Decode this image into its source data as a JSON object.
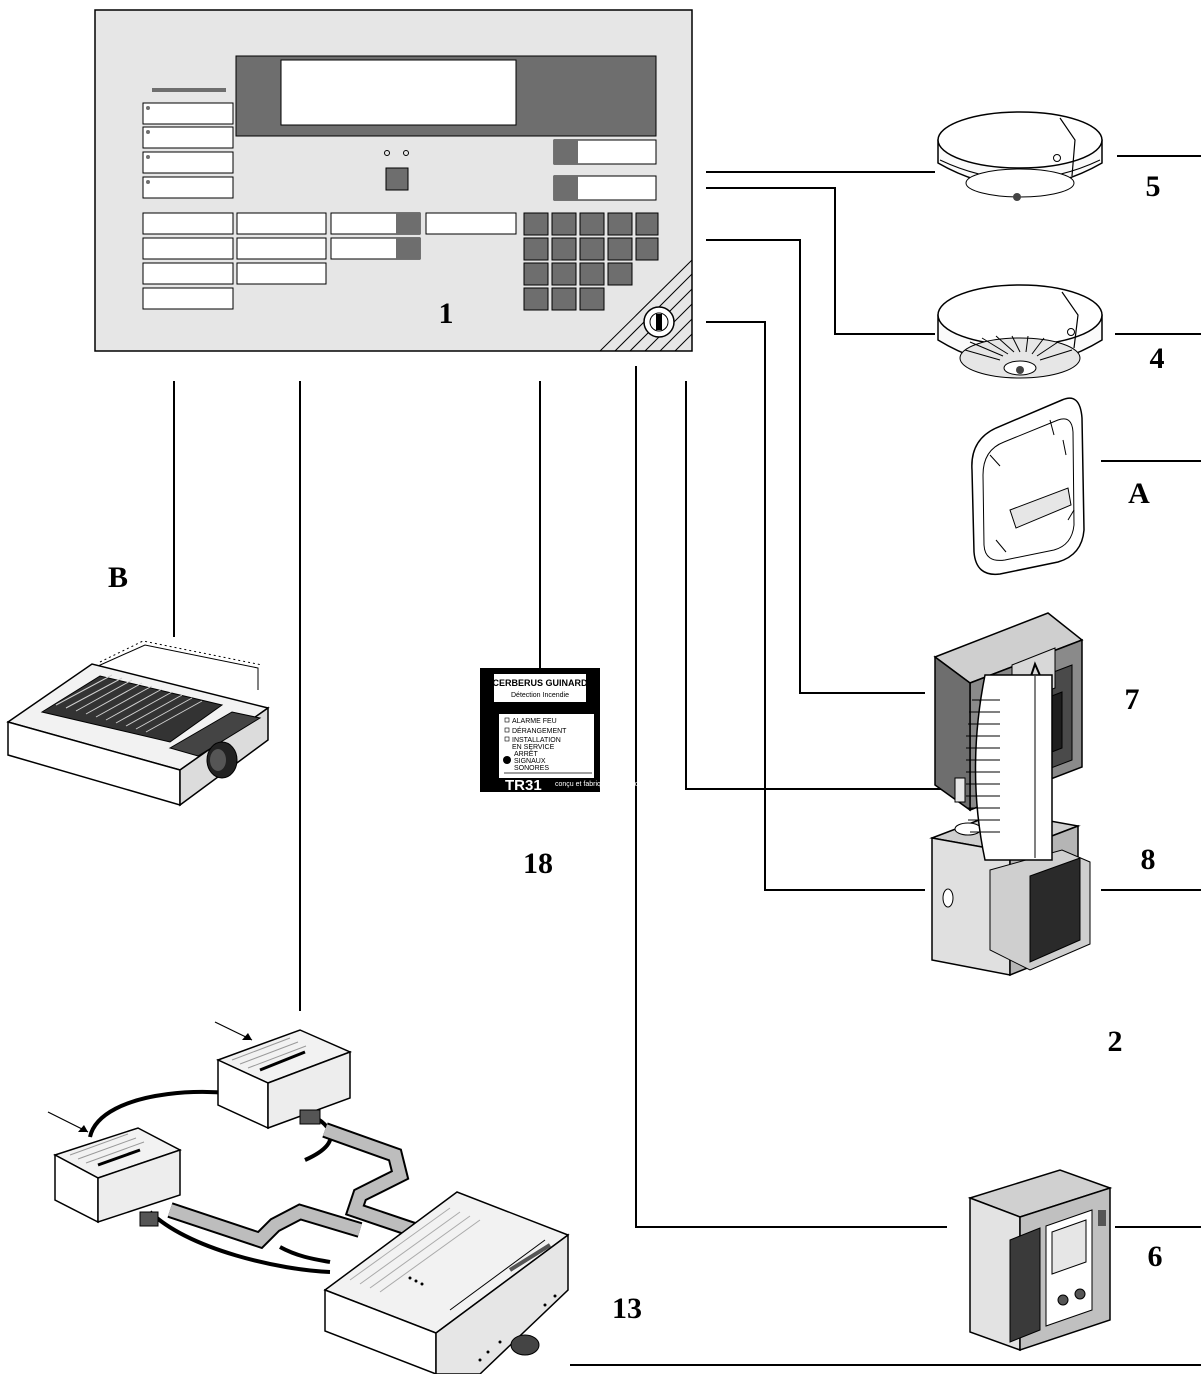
{
  "labels": {
    "panel": "1",
    "sensor_5": "5",
    "sensor_4": "4",
    "sounder_a": "A",
    "call_point_7": "7",
    "sounder_8": "8",
    "sensor_2": "2",
    "module_6": "6",
    "printer_b": "B",
    "repeater_18": "18",
    "aspirating_13": "13"
  },
  "repeater": {
    "brand": "CERBERUS GUINARD",
    "subtitle": "Détection Incendie",
    "items": [
      "ALARME FEU",
      "DÉRANGEMENT",
      "INSTALLATION",
      "EN SERVICE",
      "ARRÊT",
      "SIGNAUX",
      "SONORES"
    ],
    "model": "TR31",
    "made_in": "conçu et fabriqué en France"
  },
  "colors": {
    "panel_bg": "#e6e6e6",
    "panel_dark": "#6e6e6e",
    "line": "#000000"
  }
}
